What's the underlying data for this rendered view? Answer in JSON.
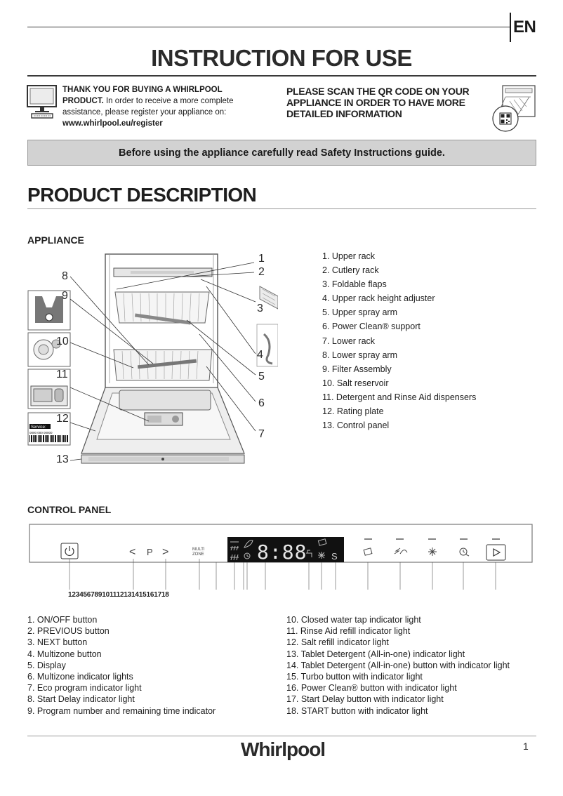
{
  "header": {
    "language": "EN",
    "title": "INSTRUCTION FOR USE"
  },
  "intro": {
    "thank_bold": "THANK YOU FOR BUYING A WHIRLPOOL PRODUCT.",
    "thank_text": " In order to receive a more complete assistance, please register your appliance on:",
    "register_url": "www.whirlpool.eu/register",
    "scan_text": "PLEASE SCAN THE QR CODE ON YOUR APPLIANCE IN ORDER TO HAVE MORE DETAILED INFORMATION"
  },
  "banner": {
    "text": "Before using the appliance carefully read Safety Instructions guide."
  },
  "product_description": {
    "title": "PRODUCT  DESCRIPTION",
    "appliance_heading": "APPLIANCE",
    "appliance_items": [
      "1.  Upper rack",
      "2.  Cutlery rack",
      "3.  Foldable flaps",
      "4.  Upper rack height adjuster",
      "5.  Upper spray arm",
      "6.  Power Clean® support",
      "7.  Lower  rack",
      "8.  Lower spray arm",
      "9.  Filter Assembly",
      "10.  Salt reservoir",
      "11.  Detergent and Rinse Aid dispensers",
      "12.  Rating plate",
      "13.  Control panel"
    ],
    "callouts": [
      "1",
      "2",
      "3",
      "4",
      "5",
      "6",
      "7",
      "8",
      "9",
      "10",
      "11",
      "12",
      "13"
    ],
    "rating_plate": {
      "label": "Service:",
      "number": "0000 000 00000"
    }
  },
  "control_panel": {
    "heading": "CONTROL PANEL",
    "panel_labels": {
      "prev": "<",
      "program": "P",
      "next": ">",
      "multi_line1": "MULTI",
      "multi_line2": "ZONE",
      "display": "8:88",
      "salt": "S"
    },
    "number_strip": "123456789101112131415161718",
    "items_left": [
      "1.  ON/OFF button",
      "2.  PREVIOUS button",
      "3.  NEXT button",
      "4.  Multizone button",
      "5.  Display",
      "6.  Multizone indicator lights",
      "7.  Eco program indicator light",
      "8.  Start Delay indicator light",
      "9.  Program number and remaining time indicator"
    ],
    "items_right": [
      "10.  Closed water tap indicator light",
      "11.  Rinse Aid refill indicator light",
      "12.  Salt refill indicator light",
      "13.  Tablet Detergent (All-in-one) indicator light",
      "14.  Tablet Detergent (All-in-one) button with indicator light",
      "15.  Turbo button with indicator light",
      "16.  Power Clean® button with indicator light",
      "17.  Start Delay button with indicator light",
      "18.  START button with indicator light"
    ]
  },
  "footer": {
    "brand": "Whirlpool",
    "page_number": "1"
  }
}
